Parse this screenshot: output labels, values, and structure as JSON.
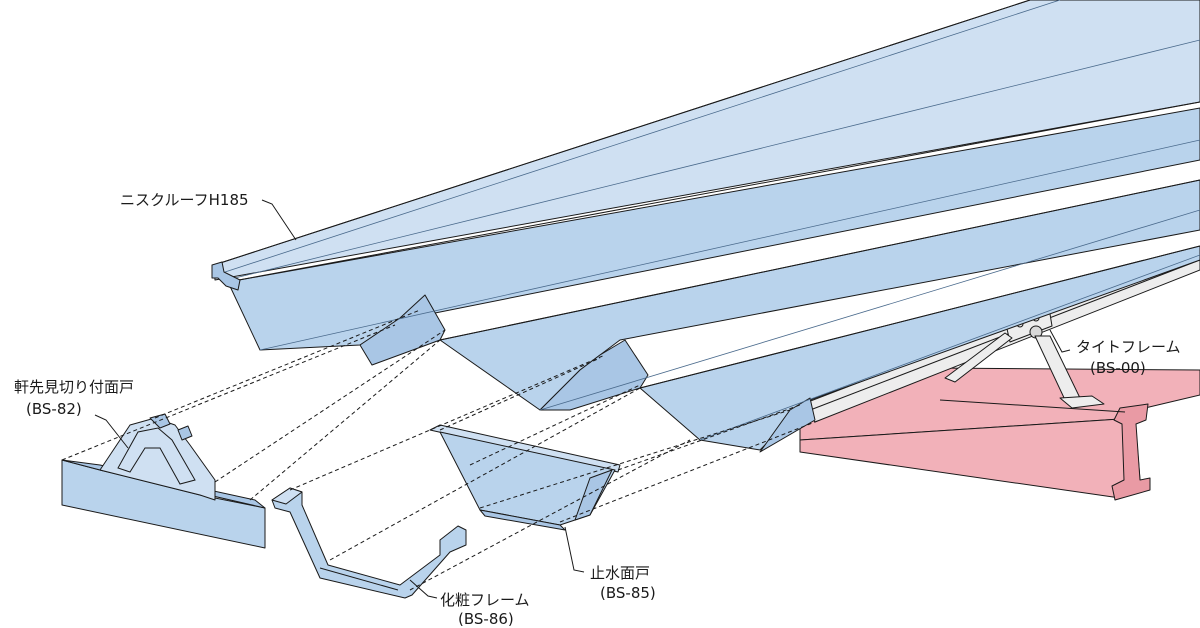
{
  "labels": {
    "roof": "ニスクルーフH185",
    "tie_frame": "タイトフレーム",
    "tie_frame_code": "(BS-00)",
    "eaves_closure": "軒先見切り付面戸",
    "eaves_closure_code": "(BS-82)",
    "waterstop_closure": "止水面戸",
    "waterstop_closure_code": "(BS-85)",
    "fascia_frame": "化粧フレーム",
    "fascia_frame_code": "(BS-86)"
  },
  "colors": {
    "panel_blue": "#b9d3ec",
    "beam_pink": "#f2b1b9",
    "bracket_grey": "#ededed",
    "line": "#1a1a1a"
  }
}
